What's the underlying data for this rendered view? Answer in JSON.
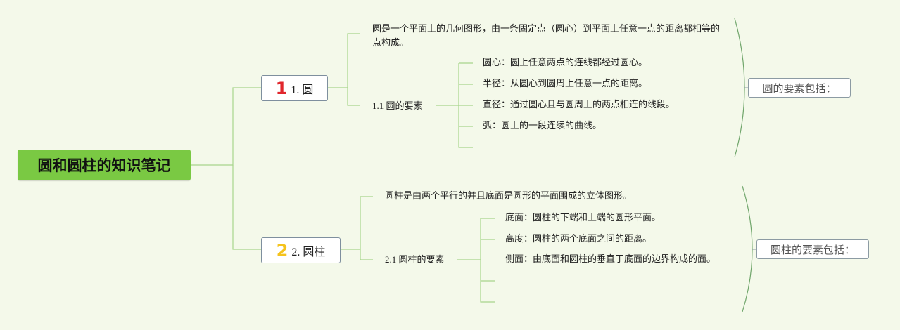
{
  "root": {
    "title": "圆和圆柱的知识笔记"
  },
  "branches": [
    {
      "number": "1",
      "label": "1. 圆",
      "definition": "圆是一个平面上的几何图形，由一条固定点（圆心）到平面上任意一点的距离都相等的点构成。",
      "sub": {
        "label": "1.1 圆的要素",
        "items": [
          "圆心：圆上任意两点的连线都经过圆心。",
          "半径：从圆心到圆周上任意一点的距离。",
          "直径：通过圆心且与圆周上的两点相连的线段。",
          "弧：圆上的一段连续的曲线。"
        ]
      },
      "summary": "圆的要素包括："
    },
    {
      "number": "2",
      "label": "2. 圆柱",
      "definition": "圆柱是由两个平行的并且底面是圆形的平面围成的立体图形。",
      "sub": {
        "label": "2.1 圆柱的要素",
        "items": [
          "底面：圆柱的下端和上端的圆形平面。",
          "高度：圆柱的两个底面之间的距离。",
          "侧面：由底面和圆柱的垂直于底面的边界构成的面。"
        ]
      },
      "summary": "圆柱的要素包括："
    }
  ],
  "colors": {
    "root": "#7ac943",
    "lines": "#a8d58c",
    "bracket": "#6fa56a",
    "number1": "#e0262c",
    "number2": "#f5c31c"
  }
}
